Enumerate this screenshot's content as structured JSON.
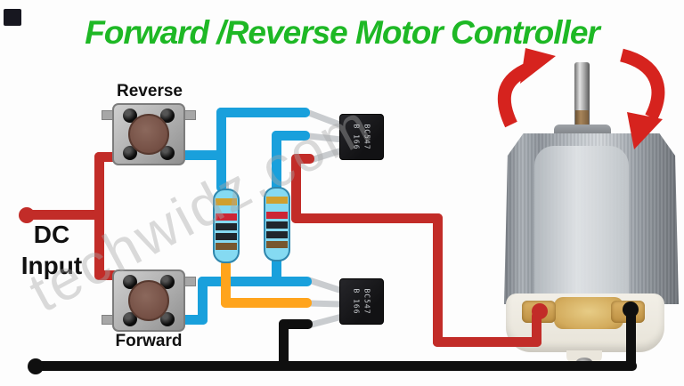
{
  "title": "Forward /Reverse Motor Controller",
  "watermark": "techwidz.com",
  "labels": {
    "reverse_button": "Reverse",
    "forward_button": "Forward",
    "dc_input": "DC\nInput"
  },
  "transistors": [
    {
      "marking_line1": "BC547",
      "marking_line2": "B 166"
    },
    {
      "marking_line1": "BC547",
      "marking_line2": "B 166"
    }
  ],
  "resistors": [
    {
      "bands_top_to_bottom": [
        "gold",
        "red",
        "black",
        "black",
        "brown"
      ]
    },
    {
      "bands_top_to_bottom": [
        "gold",
        "red",
        "black",
        "black",
        "brown"
      ]
    }
  ],
  "colors": {
    "title_green": "#1eb825",
    "wire_red": "#c22c28",
    "wire_blue": "#19a0dc",
    "wire_orange": "#ffa41c",
    "wire_black": "#0f0f0f",
    "resistor_body": "#85daf2",
    "band_gold": "#cfa02f",
    "band_red": "#cc2535",
    "band_black": "#20262c",
    "band_brown": "#77572f",
    "arrow_red": "#d6231e",
    "lead_gray": "#c9cccf"
  }
}
